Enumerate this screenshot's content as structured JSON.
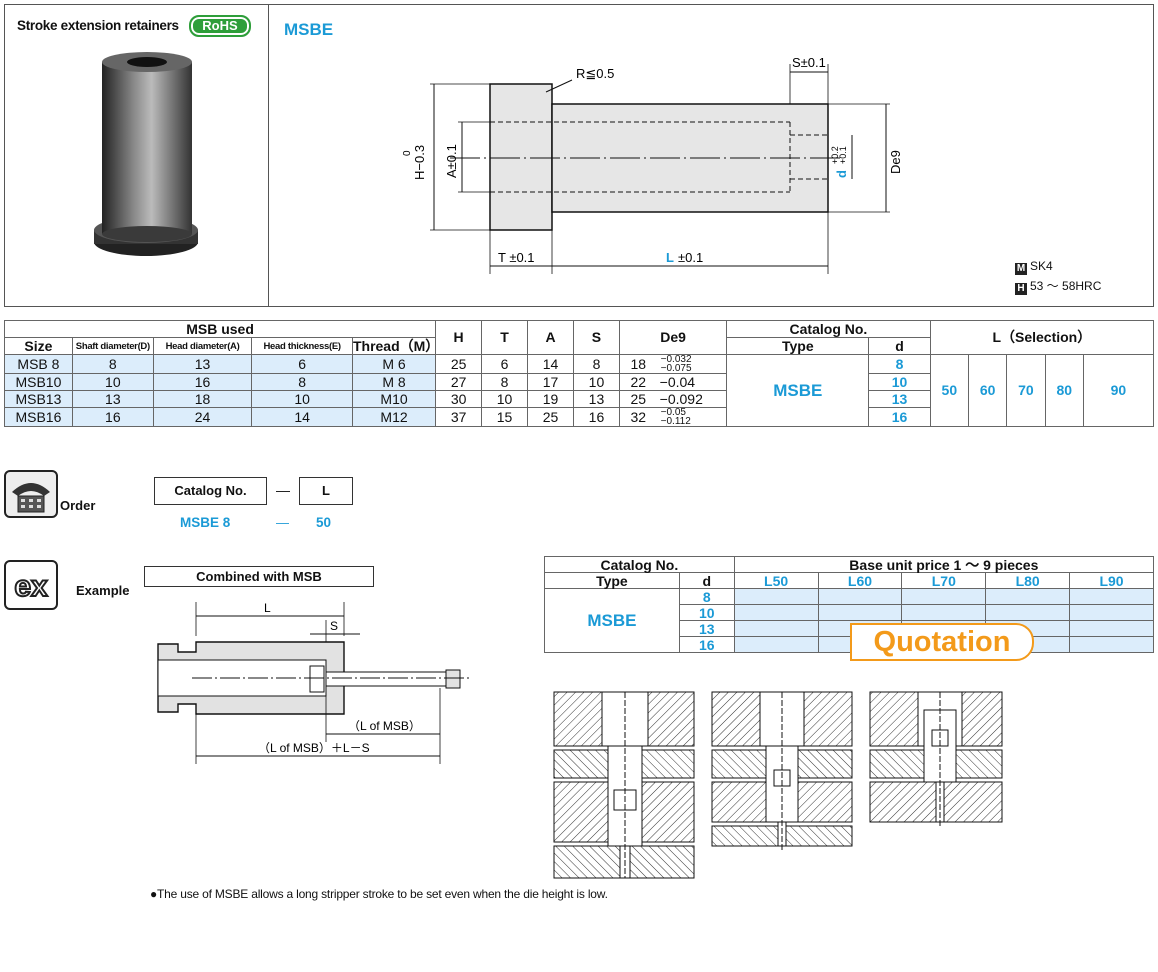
{
  "product": {
    "title": "Stroke extension retainers",
    "rohs": "RoHS",
    "type": "MSBE"
  },
  "drawing": {
    "r_label": "R≦0.5",
    "s_label": "S±0.1",
    "h_label": "H−0.3",
    "h_top": "0",
    "a_label": "A±0.1",
    "d_label": "d",
    "d_tol_top": "+0.2",
    "d_tol_bot": "+0.1",
    "de_label": "De9",
    "t_label": "T ±0.1",
    "l_label": "L",
    "l_tol": "±0.1"
  },
  "material": {
    "m_icon": "M",
    "m_text": "SK4",
    "h_icon": "H",
    "h_text": "53 ～ 58HRC"
  },
  "spec_table": {
    "group_msb": "MSB used",
    "col_h": "H",
    "col_t": "T",
    "col_a": "A",
    "col_s": "S",
    "col_de": "De9",
    "group_catalog": "Catalog No.",
    "group_lsel": "L（Selection）",
    "col_size": "Size",
    "col_shaft": "Shaft diameter(D)",
    "col_headdia": "Head diameter(A)",
    "col_headthick": "Head thickness(E)",
    "col_thread": "Thread（M）",
    "col_type": "Type",
    "col_d": "d",
    "rows": [
      {
        "size": "MSB 8",
        "shaft": "8",
        "headdia": "13",
        "headthick": "6",
        "thread": "M 6",
        "h": "25",
        "t": "6",
        "a": "14",
        "s": "8",
        "de": "18",
        "tol1": "−0.032",
        "tol2": "−0.075",
        "d": "8"
      },
      {
        "size": "MSB10",
        "shaft": "10",
        "headdia": "16",
        "headthick": "8",
        "thread": "M 8",
        "h": "27",
        "t": "8",
        "a": "17",
        "s": "10",
        "de": "22",
        "tol1": "−0.04",
        "tol2": "",
        "d": "10"
      },
      {
        "size": "MSB13",
        "shaft": "13",
        "headdia": "18",
        "headthick": "10",
        "thread": "M10",
        "h": "30",
        "t": "10",
        "a": "19",
        "s": "13",
        "de": "25",
        "tol1": "−0.092",
        "tol2": "",
        "d": "13"
      },
      {
        "size": "MSB16",
        "shaft": "16",
        "headdia": "24",
        "headthick": "14",
        "thread": "M12",
        "h": "37",
        "t": "15",
        "a": "25",
        "s": "16",
        "de": "32",
        "tol1": "−0.05",
        "tol2": "−0.112",
        "d": "16"
      }
    ],
    "type_value": "MSBE",
    "l_values": [
      "50",
      "60",
      "70",
      "80",
      "90"
    ]
  },
  "order": {
    "label": "Order",
    "box1": "Catalog No.",
    "dash": "—",
    "box2": "L",
    "ex_catalog": "MSBE 8",
    "ex_dash": "—",
    "ex_l": "50"
  },
  "example": {
    "label": "Example",
    "combined": "Combined with MSB",
    "l": "L",
    "s": "S",
    "l_of_msb": "（L of MSB）",
    "formula": "（L of MSB）＋L－S"
  },
  "price_table": {
    "group_catalog": "Catalog No.",
    "group_price": "Base unit price 1 ～ 9 pieces",
    "col_type": "Type",
    "col_d": "d",
    "l_cols": [
      "L50",
      "L60",
      "L70",
      "L80",
      "L90"
    ],
    "type_value": "MSBE",
    "d_values": [
      "8",
      "10",
      "13",
      "16"
    ],
    "quote": "Quotation"
  },
  "note": "●The use of MSBE allows a long stripper stroke to be set even when the die height is low."
}
